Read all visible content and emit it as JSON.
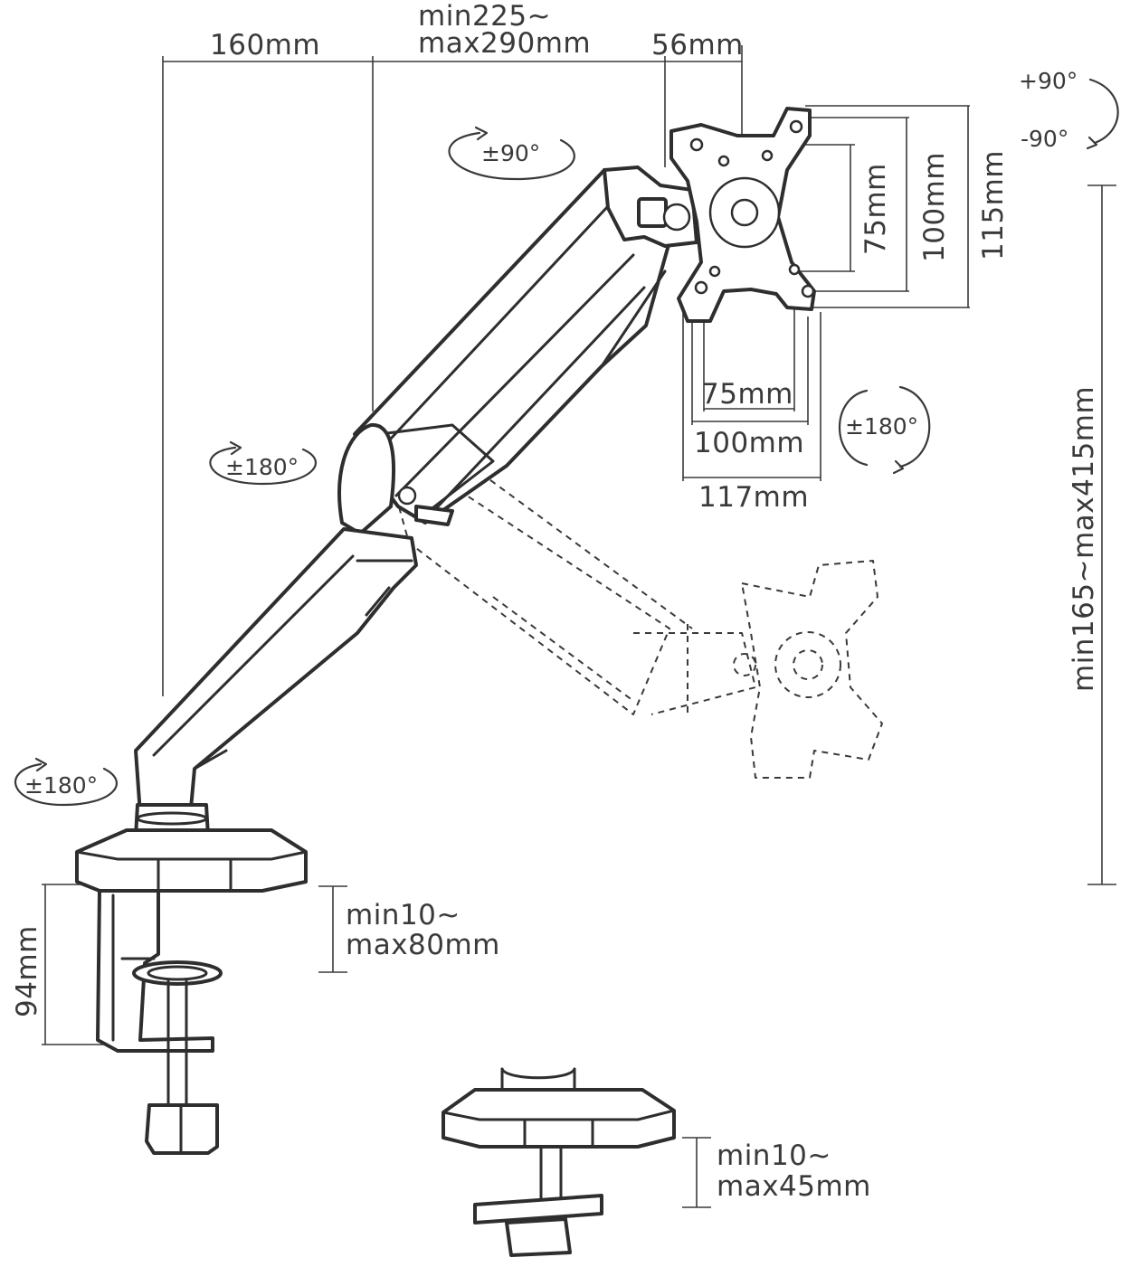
{
  "dimensions": {
    "reach_short": "160mm",
    "reach_long_min": "min225~",
    "reach_long_max": "max290mm",
    "head_offset": "56mm",
    "vesa_h_small": "75mm",
    "vesa_h_large": "100mm",
    "plate_height": "115mm",
    "vesa_w_small": "75mm",
    "vesa_w_large": "100mm",
    "plate_width": "117mm",
    "height_range": "min165~max415mm",
    "clamp_height": "94mm",
    "clamp_desk_min": "min10~",
    "clamp_desk_max": "max80mm",
    "grommet_desk_min": "min10~",
    "grommet_desk_max": "max45mm"
  },
  "rotations": {
    "tilt_up": "+90°",
    "tilt_down": "-90°",
    "head_swivel": "±90°",
    "head_rotation": "±180°",
    "elbow_swivel": "±180°",
    "base_swivel": "±180°"
  },
  "colors": {
    "line": "#3a3a3a",
    "background": "#ffffff"
  }
}
